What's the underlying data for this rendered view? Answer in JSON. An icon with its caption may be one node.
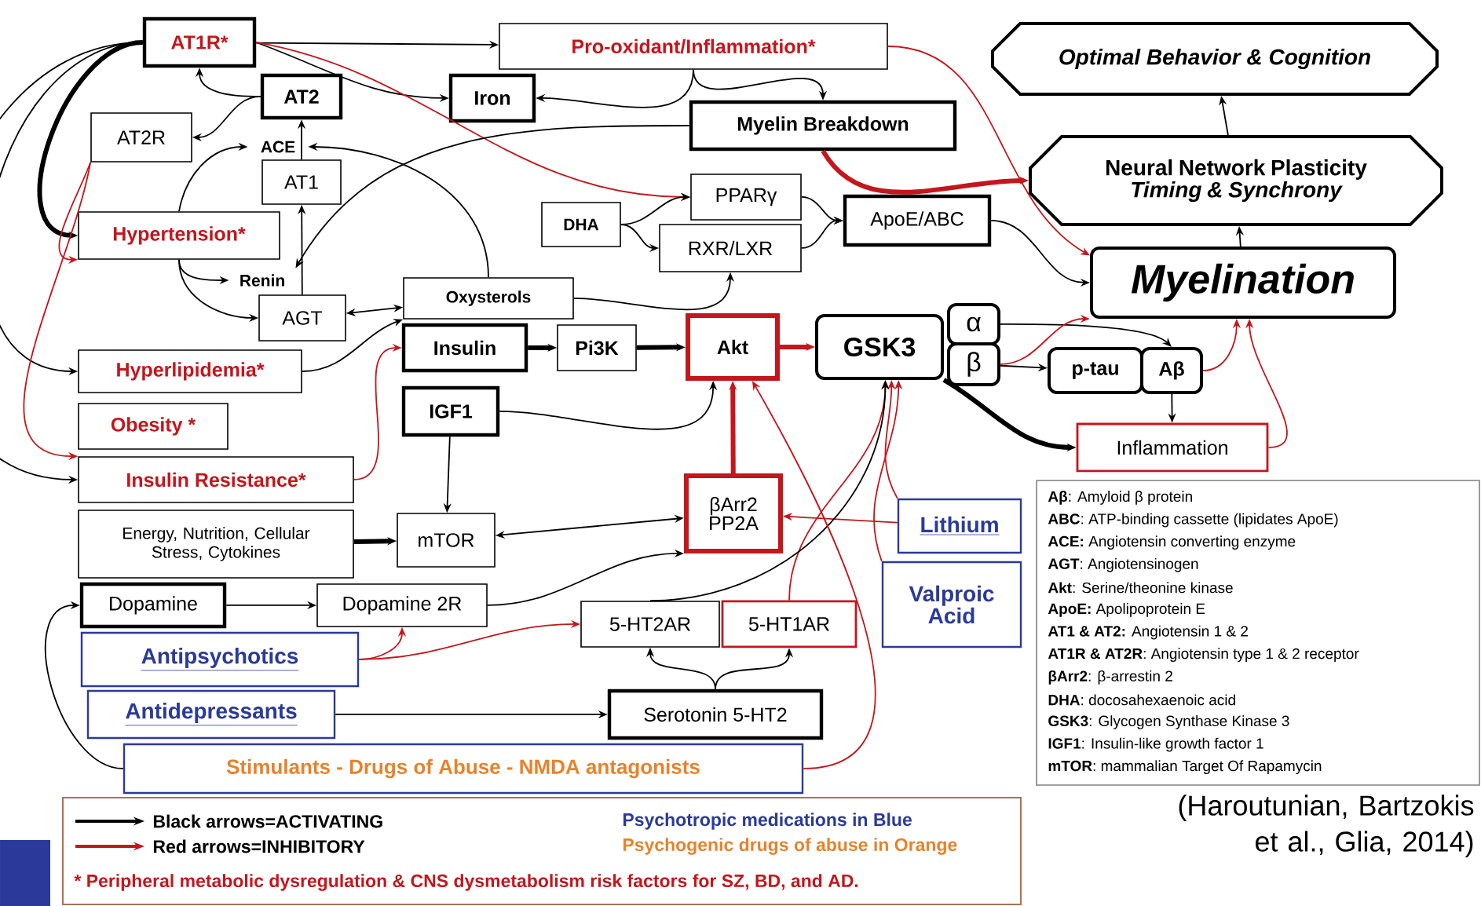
{
  "diagram": {
    "nodes": [
      {
        "text": [
          "AT1R*"
        ]
      },
      {
        "text": [
          "AT2"
        ]
      },
      {
        "text": [
          "AT2R"
        ]
      },
      {
        "text": [
          "ACE"
        ]
      },
      {
        "text": [
          "AT1"
        ]
      },
      {
        "text": [
          "Hypertension*"
        ]
      },
      {
        "text": [
          "Renin"
        ]
      },
      {
        "text": [
          "AGT"
        ]
      },
      {
        "text": [
          "Oxysterols"
        ]
      },
      {
        "text": [
          "Insulin"
        ]
      },
      {
        "text": [
          "Pi3K"
        ]
      },
      {
        "text": [
          "Akt"
        ]
      },
      {
        "text": [
          "GSK3"
        ]
      },
      {
        "text": [
          "α"
        ]
      },
      {
        "text": [
          "β"
        ]
      },
      {
        "text": [
          "Hyperlipidemia*"
        ]
      },
      {
        "text": [
          "Obesity *"
        ]
      },
      {
        "text": [
          "Insulin Resistance*"
        ]
      },
      {
        "text": [
          "IGF1"
        ]
      },
      {
        "text": [
          "Energy, Nutrition, Cellular Stress, Cytokines"
        ]
      },
      {
        "text": [
          "mTOR"
        ]
      },
      {
        "text": [
          "βArr2 PP2A"
        ]
      },
      {
        "text": [
          "Lithium"
        ]
      },
      {
        "text": [
          "Valproic Acid"
        ]
      },
      {
        "text": [
          "Dopamine"
        ]
      },
      {
        "text": [
          "Dopamine 2R"
        ]
      },
      {
        "text": [
          "Antipsychotics"
        ]
      },
      {
        "text": [
          "5-HT2AR"
        ]
      },
      {
        "text": [
          "5-HT1AR"
        ]
      },
      {
        "text": [
          "Antidepressants"
        ]
      },
      {
        "text": [
          "Serotonin 5-HT2"
        ]
      },
      {
        "text": [
          "Stimulants - Drugs of Abuse - NMDA antagonists"
        ]
      },
      {
        "text": [
          "Pro-oxidant/Inflammation*"
        ]
      },
      {
        "text": [
          "Iron"
        ]
      },
      {
        "text": [
          "Myelin Breakdown"
        ]
      },
      {
        "text": [
          "DHA"
        ]
      },
      {
        "text": [
          "PPARγ"
        ]
      },
      {
        "text": [
          "RXR/LXR"
        ]
      },
      {
        "text": [
          "ApoE/ABC"
        ]
      },
      {
        "text": [
          "Optimal Behavior & Cognition"
        ]
      },
      {
        "text": [
          "Neural Network Plasticity",
          "Timing & Synchrony"
        ]
      },
      {
        "text": [
          "Myelination"
        ]
      },
      {
        "text": [
          "p-tau"
        ]
      },
      {
        "text": [
          "Aβ"
        ]
      },
      {
        "text": [
          "Inflammation"
        ]
      }
    ],
    "edges": [
      {
        "from": 0,
        "to": 32,
        "arrow": "to"
      },
      {
        "from": 0,
        "to": 33,
        "arrow": "to"
      },
      {
        "from": 1,
        "to": 0,
        "arrow": "to"
      },
      {
        "from": 1,
        "to": 2,
        "arrow": "to"
      },
      {
        "from": 0,
        "to": 5,
        "arrow": "to",
        "style": "thick"
      },
      {
        "from": 0,
        "to": 15,
        "arrow": "to"
      },
      {
        "from": 0,
        "to": 17,
        "arrow": "to"
      },
      {
        "from": 2,
        "to": 5,
        "arrow": "to",
        "color": "#c4161c"
      },
      {
        "from": 2,
        "to": 17,
        "arrow": "to",
        "color": "#c4161c"
      },
      {
        "from": 0,
        "to": 36,
        "arrow": "to",
        "color": "#c4161c"
      },
      {
        "from": 32,
        "to": 41,
        "arrow": "to",
        "color": "#c4161c"
      },
      {
        "from": 32,
        "to": 33,
        "arrow": "to"
      },
      {
        "from": 32,
        "to": 34,
        "arrow": "to"
      },
      {
        "from": 34,
        "to": 6,
        "arrow": "to"
      },
      {
        "from": 34,
        "to": 40,
        "arrow": "to",
        "style": "thick",
        "color": "#c4161c"
      },
      {
        "from": 4,
        "to": 1,
        "arrow": "to"
      },
      {
        "from": 7,
        "to": 4,
        "arrow": "to"
      },
      {
        "from": 5,
        "to": 3,
        "arrow": "to"
      },
      {
        "from": 5,
        "to": 6,
        "arrow": "to"
      },
      {
        "from": 5,
        "to": 7,
        "arrow": "to"
      },
      {
        "from": 8,
        "to": 3,
        "arrow": "to"
      },
      {
        "from": 8,
        "to": 7,
        "arrow": "both"
      },
      {
        "from": 15,
        "to": 8,
        "arrow": "to"
      },
      {
        "from": 8,
        "to": 37,
        "arrow": "to"
      },
      {
        "from": 35,
        "to": 36,
        "arrow": "to"
      },
      {
        "from": 35,
        "to": 37,
        "arrow": "to"
      },
      {
        "from": 36,
        "to": 38,
        "arrow": "to"
      },
      {
        "from": 37,
        "to": 38,
        "arrow": "to"
      },
      {
        "from": 38,
        "to": 41,
        "arrow": "to"
      },
      {
        "from": 17,
        "to": 9,
        "arrow": "to",
        "color": "#c4161c"
      },
      {
        "from": 9,
        "to": 10,
        "arrow": "to",
        "style": "thick"
      },
      {
        "from": 10,
        "to": 11,
        "arrow": "to",
        "style": "thick"
      },
      {
        "from": 11,
        "to": 12,
        "arrow": "to",
        "style": "thick",
        "color": "#c4161c"
      },
      {
        "from": 18,
        "to": 11,
        "arrow": "to"
      },
      {
        "from": 18,
        "to": 20,
        "arrow": "to"
      },
      {
        "from": 19,
        "to": 20,
        "arrow": "to",
        "style": "thick"
      },
      {
        "from": 20,
        "to": 21,
        "arrow": "both"
      },
      {
        "from": 25,
        "to": 21,
        "arrow": "to"
      },
      {
        "from": 21,
        "to": 11,
        "arrow": "to",
        "style": "thick",
        "color": "#c4161c"
      },
      {
        "from": 22,
        "to": 21,
        "arrow": "to",
        "color": "#c4161c"
      },
      {
        "from": 22,
        "to": 12,
        "arrow": "to",
        "color": "#c4161c"
      },
      {
        "from": 23,
        "to": 12,
        "arrow": "to",
        "color": "#c4161c"
      },
      {
        "from": 28,
        "to": 12,
        "arrow": "to",
        "color": "#c4161c"
      },
      {
        "from": 27,
        "to": 12,
        "arrow": "to"
      },
      {
        "from": 31,
        "to": 11,
        "arrow": "to",
        "color": "#c4161c"
      },
      {
        "from": 26,
        "to": 25,
        "arrow": "to",
        "color": "#c4161c"
      },
      {
        "from": 26,
        "to": 27,
        "arrow": "to",
        "color": "#c4161c"
      },
      {
        "from": 29,
        "to": 30,
        "arrow": "to"
      },
      {
        "from": 30,
        "to": 27,
        "arrow": "to"
      },
      {
        "from": 30,
        "to": 28,
        "arrow": "to"
      },
      {
        "from": 31,
        "to": 24,
        "arrow": "to"
      },
      {
        "from": 24,
        "to": 25,
        "arrow": "to"
      },
      {
        "from": 14,
        "to": 42,
        "arrow": "to"
      },
      {
        "from": 13,
        "to": 43,
        "arrow": "to"
      },
      {
        "from": 12,
        "to": 44,
        "arrow": "to",
        "style": "thick"
      },
      {
        "from": 43,
        "to": 44,
        "arrow": "to"
      },
      {
        "from": 14,
        "to": 41,
        "arrow": "to",
        "color": "#c4161c"
      },
      {
        "from": 43,
        "to": 41,
        "arrow": "to",
        "color": "#c4161c"
      },
      {
        "from": 44,
        "to": 41,
        "arrow": "to",
        "color": "#c4161c"
      },
      {
        "from": 41,
        "to": 40,
        "arrow": "to"
      },
      {
        "from": 40,
        "to": 39,
        "arrow": "to"
      }
    ],
    "labels": [
      "Psychotropic medications in Blue",
      "Psychogenic drugs of abuse in Orange",
      "* Peripheral metabolic dysregulation & CNS dysmetabolism risk factors for SZ, BD, and AD.",
      "**Aβ**: Amyloid β protein",
      "**ABC**: ATP-binding cassette (lipidates ApoE)",
      "**ACE:** Angiotensin converting enzyme",
      "**AGT**: Angiotensinogen",
      "**Akt**: Serine/theonine kinase",
      "**ApoE:** Apolipoprotein E",
      "**AT1 & AT2:** Angiotensin 1 & 2",
      "**AT1R & AT2R**: Angiotensin type 1 & 2 receptor",
      "**βArr2**: β-arrestin 2",
      "**DHA**: docosahexaenoic acid",
      "**GSK3**: Glycogen Synthase Kinase 3",
      "**IGF1**: Insulin-like growth factor 1",
      "**mTOR**: mammalian Target Of Rapamycin",
      "(Haroutunian, Bartzokis et al., Glia, 2014)"
    ],
    "legend": [
      {
        "text": "Black arrows=ACTIVATING"
      },
      {
        "text": "Red arrows=INHIBITORY"
      }
    ]
  }
}
